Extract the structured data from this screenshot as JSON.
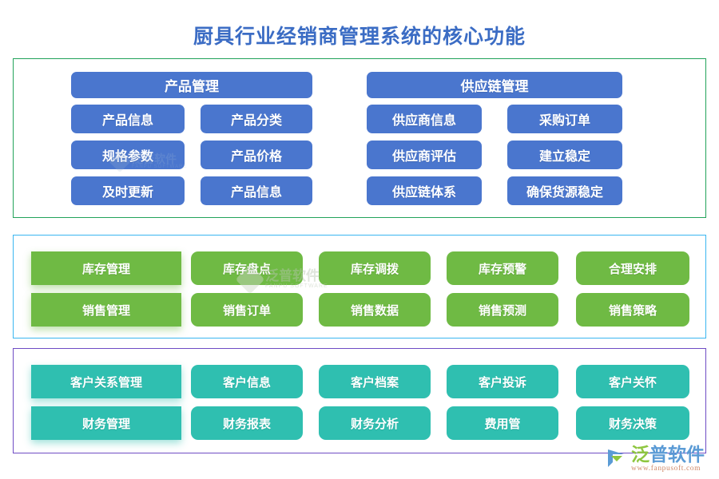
{
  "page_title": "厨具行业经销商管理系统的核心功能",
  "colors": {
    "title": "#3b6cc4",
    "blue": "#4a76ce",
    "green": "#6fba44",
    "teal": "#2fbfb0",
    "border_section1": "#22a35a",
    "border_section2": "#3ab6f0",
    "border_section3": "#6f4cc4"
  },
  "sections": [
    {
      "id": "product-supply",
      "border_color": "#22a35a",
      "columns": [
        {
          "header": "产品管理",
          "rows": [
            [
              "产品信息",
              "产品分类"
            ],
            [
              "规格参数",
              "产品价格"
            ],
            [
              "及时更新",
              "产品信息"
            ]
          ]
        },
        {
          "header": "供应链管理",
          "rows": [
            [
              "供应商信息",
              "采购订单"
            ],
            [
              "供应商评估",
              "建立稳定"
            ],
            [
              "供应链体系",
              "确保货源稳定"
            ]
          ]
        }
      ]
    },
    {
      "id": "inventory-sales",
      "border_color": "#3ab6f0",
      "rows": [
        {
          "lead": "库存管理",
          "items": [
            "库存盘点",
            "库存调拨",
            "库存预警",
            "合理安排"
          ]
        },
        {
          "lead": "销售管理",
          "items": [
            "销售订单",
            "销售数据",
            "销售预测",
            "销售策略"
          ]
        }
      ]
    },
    {
      "id": "crm-finance",
      "border_color": "#6f4cc4",
      "rows": [
        {
          "lead": "客户关系管理",
          "items": [
            "客户信息",
            "客户档案",
            "客户投诉",
            "客户关怀"
          ]
        },
        {
          "lead": "财务管理",
          "items": [
            "财务报表",
            "财务分析",
            "费用管",
            "财务决策"
          ]
        }
      ]
    }
  ],
  "watermarks": [
    {
      "cn": "泛普软件",
      "en": "FANPU SOFTWARE"
    },
    {
      "cn": "泛普软件",
      "en": "FANPU SOFTWARE"
    }
  ],
  "brand": {
    "cn_first": "泛",
    "cn_rest": "普软件",
    "url": "www.fanpusoft.com"
  }
}
